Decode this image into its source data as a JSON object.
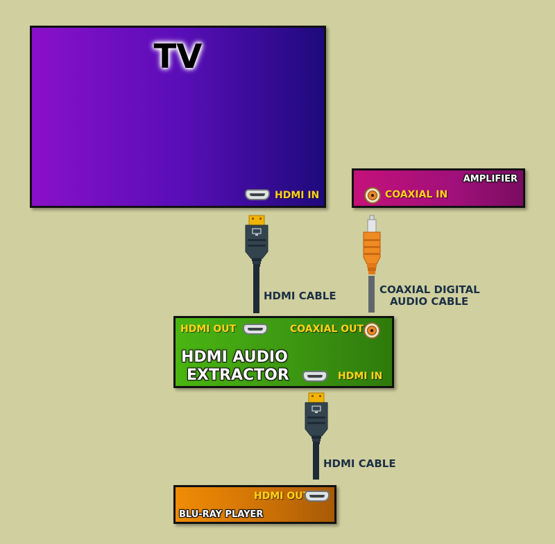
{
  "tv": {
    "title": "TV",
    "port_label": "HDMI IN",
    "color": "#6a10c0"
  },
  "amplifier": {
    "title": "AMPLIFIER",
    "port_label": "COAXIAL IN",
    "color": "#b0107a"
  },
  "extractor": {
    "title_line1": "HDMI AUDIO",
    "title_line2": "EXTRACTOR",
    "hdmi_out_label": "HDMI OUT",
    "coaxial_out_label": "COAXIAL OUT",
    "hdmi_in_label": "HDMI IN",
    "color": "#3e9a12"
  },
  "bluray": {
    "title": "BLU-RAY PLAYER",
    "port_label": "HDMI OUT",
    "color": "#d27505"
  },
  "cables": {
    "hdmi_cable_1": "HDMI CABLE",
    "coaxial_cable_line1": "COAXIAL DIGITAL",
    "coaxial_cable_line2": "AUDIO CABLE",
    "hdmi_cable_2": "HDMI CABLE"
  },
  "icons": [
    "hdmi-port-icon",
    "coaxial-port-icon",
    "hdmi-plug-icon",
    "rca-plug-icon"
  ]
}
